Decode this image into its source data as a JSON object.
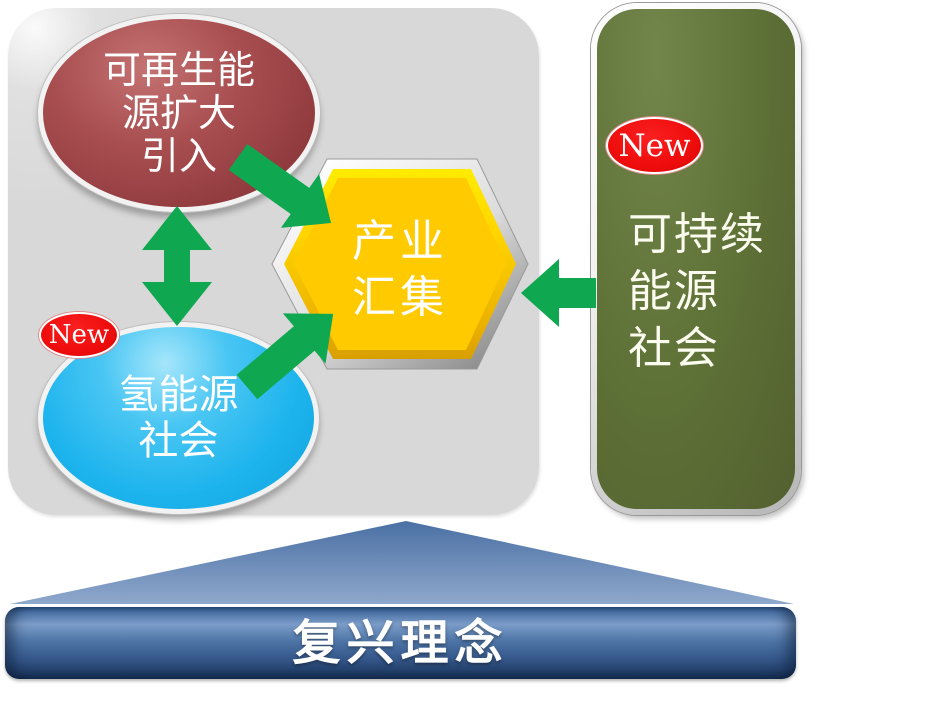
{
  "colors": {
    "panel_gray": "#d8d8d8",
    "renewable_red": "#9e4446",
    "hydrogen_blue": "#29b9f0",
    "industry_gold": "#ffcc00",
    "sustainable_olive": "#5c7034",
    "arrow_green": "#0fa750",
    "banner_blue": "#4d74a6",
    "badge_red": "#ee0c0c"
  },
  "nodes": {
    "renewable": {
      "lines": [
        "可再生能",
        "源扩大",
        "引入"
      ]
    },
    "hydrogen": {
      "lines": [
        "氢能源",
        "社会"
      ],
      "badge": "New"
    },
    "industry": {
      "lines": [
        "产业",
        "汇集"
      ]
    },
    "sustainable": {
      "lines": [
        "可持续",
        "能源",
        "社会"
      ],
      "badge": "New"
    },
    "banner": {
      "label": "复兴理念"
    }
  }
}
